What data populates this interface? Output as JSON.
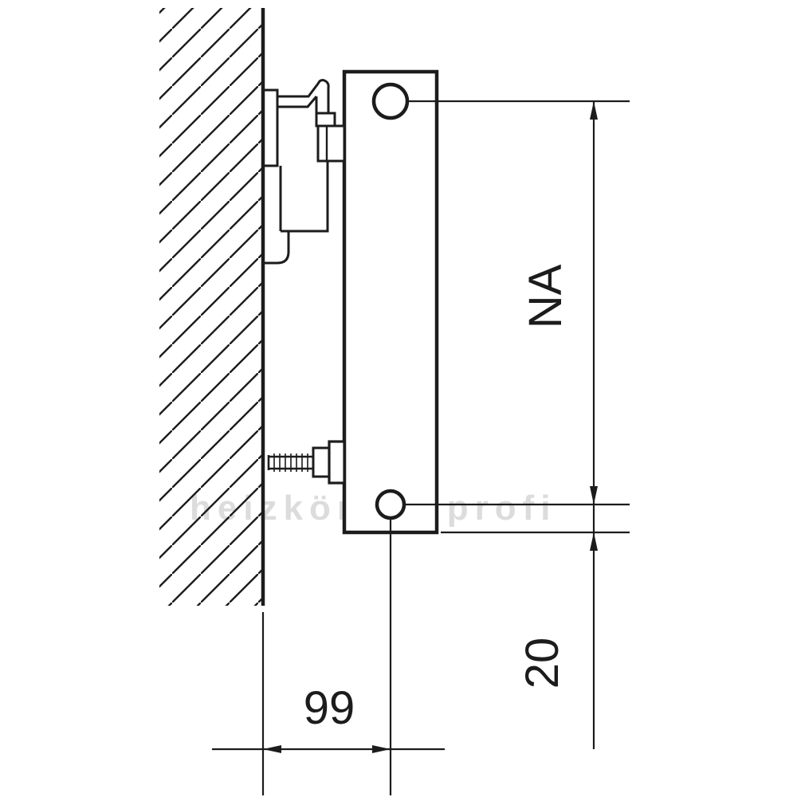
{
  "drawing": {
    "type": "technical-diagram",
    "subject": "Radiator wall-mounting bracket, side section view with connection dimensions",
    "wall_hatching": "diagonal-section-lines",
    "dimension_labels": {
      "hub_distance": "NA",
      "bottom_offset": "20",
      "wall_distance": "99"
    },
    "watermark": "heizkörper profi",
    "colors": {
      "line": "#1c1c1c",
      "background": "#ffffff",
      "watermark": "#dcdcdc"
    }
  }
}
